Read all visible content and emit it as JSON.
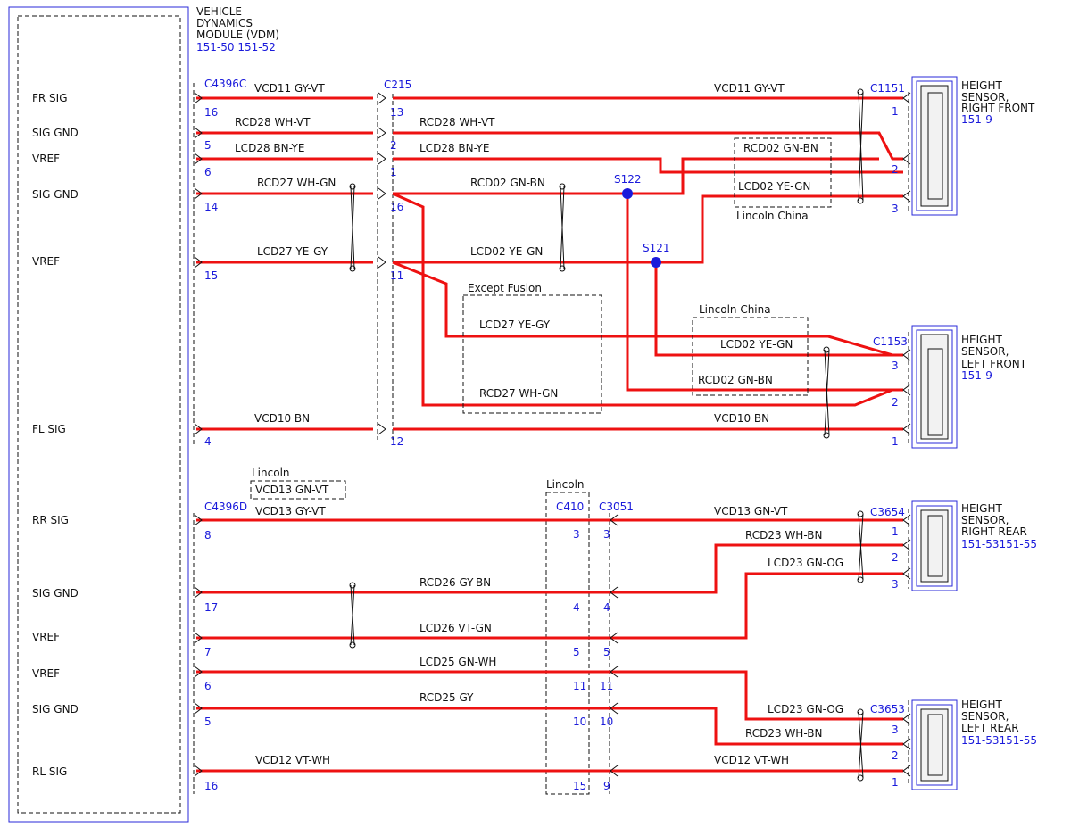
{
  "module": {
    "title_line1": "VEHICLE",
    "title_line2": "DYNAMICS",
    "title_line3": "MODULE (VDM)",
    "ref": "151-50 151-52",
    "pins": [
      "FR SIG",
      "SIG GND",
      "VREF",
      "SIG GND",
      "VREF",
      "FL SIG",
      "RR SIG",
      "SIG GND",
      "VREF",
      "VREF",
      "SIG GND",
      "RL SIG"
    ]
  },
  "connectors": {
    "c4396c": "C4396C",
    "c215": "C215",
    "c4396d": "C4396D",
    "c410": "C410",
    "c3051": "C3051",
    "c1151": "C1151",
    "c1153": "C1153",
    "c3654": "C3654",
    "c3653": "C3653",
    "s122": "S122",
    "s121": "S121"
  },
  "sensors": {
    "rf": {
      "l1": "HEIGHT",
      "l2": "SENSOR,",
      "l3": "RIGHT FRONT",
      "ref": "151-9"
    },
    "lf": {
      "l1": "HEIGHT",
      "l2": "SENSOR,",
      "l3": "LEFT FRONT",
      "ref": "151-9"
    },
    "rr": {
      "l1": "HEIGHT",
      "l2": "SENSOR,",
      "l3": "RIGHT REAR",
      "ref": "151-53151-55"
    },
    "lr": {
      "l1": "HEIGHT",
      "l2": "SENSOR,",
      "l3": "LEFT REAR",
      "ref": "151-53151-55"
    }
  },
  "wire_labels": {
    "w1": "VCD11  GY-VT",
    "w2": "VCD11  GY-VT",
    "w3": "RCD28  WH-VT",
    "w4": "RCD28  WH-VT",
    "w5": "LCD28  BN-YE",
    "w6": "LCD28  BN-YE",
    "w7": "RCD27  WH-GN",
    "w8": "RCD02  GN-BN",
    "w9": "LCD27  YE-GY",
    "w10": "LCD02  YE-GN",
    "w11": "RCD02  GN-BN",
    "w12": "LCD02  YE-GN",
    "w13": "LCD27  YE-GY",
    "w14": "LCD02  YE-GN",
    "w15": "RCD27  WH-GN",
    "w16": "RCD02  GN-BN",
    "w17": "VCD10  BN",
    "w18": "VCD10  BN",
    "w19": "VCD13  GN-VT",
    "w20": "VCD13  GY-VT",
    "w21": "VCD13  GN-VT",
    "w22": "RCD23  WH-BN",
    "w23": "LCD23  GN-OG",
    "w24": "RCD26  GY-BN",
    "w25": "LCD26  VT-GN",
    "w26": "LCD25  GN-WH",
    "w27": "RCD25  GY",
    "w28": "LCD23  GN-OG",
    "w29": "RCD23  WH-BN",
    "w30": "VCD12  VT-WH",
    "w31": "VCD12  VT-WH"
  },
  "notes": {
    "lincoln_china_1": "Lincoln China",
    "except_fusion": "Except Fusion",
    "lincoln_china_2": "Lincoln China",
    "lincoln_1": "Lincoln",
    "lincoln_2": "Lincoln"
  },
  "pin_numbers": {
    "c4396c": [
      "16",
      "5",
      "6",
      "14",
      "15",
      "4"
    ],
    "c215": [
      "13",
      "2",
      "1",
      "16",
      "11",
      "12"
    ],
    "c1151": [
      "1",
      "2",
      "3"
    ],
    "c1153": [
      "3",
      "2",
      "1"
    ],
    "c4396d": [
      "8",
      "17",
      "7",
      "6",
      "5",
      "16"
    ],
    "c410": [
      "3",
      "4",
      "5",
      "11",
      "10",
      "15"
    ],
    "c3051": [
      "3",
      "4",
      "5",
      "11",
      "10",
      "9"
    ],
    "c3654": [
      "1",
      "2",
      "3"
    ],
    "c3653": [
      "3",
      "2",
      "1"
    ]
  },
  "colors": {
    "wire": "#ee1111",
    "connector_label": "#1a1adb",
    "splice": "#1a1adb"
  }
}
